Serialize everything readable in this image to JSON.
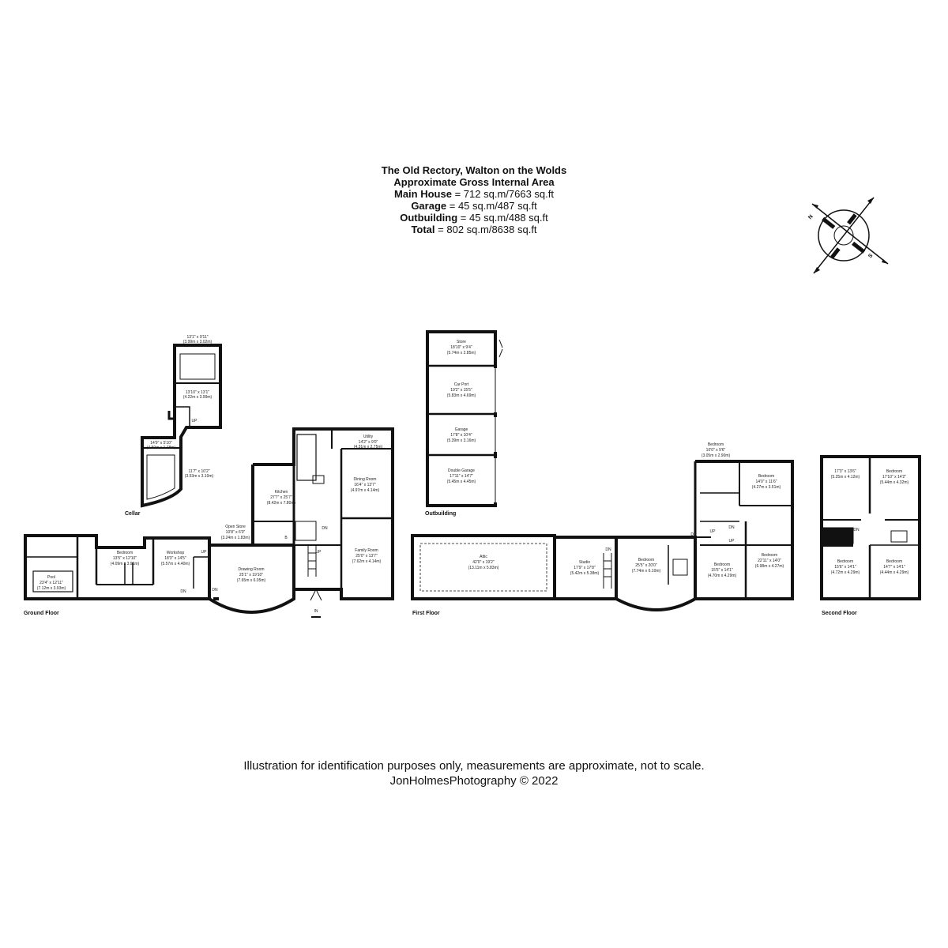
{
  "header": {
    "title": "The Old Rectory, Walton on the Wolds",
    "subtitle": "Approximate Gross Internal Area",
    "areas": [
      {
        "label": "Main House",
        "value": "712 sq.m/7663 sq.ft"
      },
      {
        "label": "Garage",
        "value": "45 sq.m/487 sq.ft"
      },
      {
        "label": "Outbuilding",
        "value": "45 sq.m/488 sq.ft"
      },
      {
        "label": "Total",
        "value": "802 sq.m/8638 sq.ft"
      }
    ]
  },
  "footer": {
    "disclaimer": "Illustration for identification purposes only, measurements are approximate, not to scale.",
    "credit": "JonHolmesPhotography © 2022"
  },
  "compass": {
    "n": "N",
    "s": "S"
  },
  "floors": {
    "cellar": {
      "label": "Cellar",
      "rooms": [
        {
          "dim": "13'1\" x 9'11\"",
          "metric": "(3.99m x 3.02m)"
        },
        {
          "dim": "13'10\" x 13'1\"",
          "metric": "(4.22m x 3.99m)"
        },
        {
          "dim": "14'9\" x 5'10\"",
          "metric": "(4.50m x 1.78m)"
        },
        {
          "dim": "11'7\" x 10'2\"",
          "metric": "(3.53m x 3.10m)"
        }
      ],
      "up": "UP"
    },
    "outbuilding": {
      "label": "Outbuilding",
      "rooms": [
        {
          "name": "Store",
          "dim": "18'10\" x 9'4\"",
          "metric": "(5.74m x 2.85m)"
        },
        {
          "name": "Car Port",
          "dim": "19'2\" x 15'5\"",
          "metric": "(5.83m x 4.69m)"
        },
        {
          "name": "Garage",
          "dim": "17'8\" x 10'4\"",
          "metric": "(5.39m x 3.16m)"
        },
        {
          "name": "Double Garage",
          "dim": "17'11\" x 14'7\"",
          "metric": "(5.45m x 4.45m)"
        }
      ]
    },
    "ground": {
      "label": "Ground Floor",
      "rooms": [
        {
          "name": "Pool",
          "dim": "23'4\" x 12'11\"",
          "metric": "(7.12m x 3.93m)"
        },
        {
          "name": "Bedroom",
          "dim": "13'5\" x 12'10\"",
          "metric": "(4.09m x 3.91m)"
        },
        {
          "name": "Workshop",
          "dim": "18'3\" x 14'5\"",
          "metric": "(5.57m x 4.40m)"
        },
        {
          "name": "Open Store",
          "dim": "10'8\" x 6'0\"",
          "metric": "(3.24m x 1.83m)"
        },
        {
          "name": "Drawing Room",
          "dim": "25'1\" x 19'10\"",
          "metric": "(7.65m x 6.05m)"
        },
        {
          "name": "Kitchen",
          "dim": "27'7\" x 25'7\"",
          "metric": "(8.42m x 7.80m)"
        },
        {
          "name": "Utility",
          "dim": "14'2\" x 9'0\"",
          "metric": "(4.31m x 2.75m)"
        },
        {
          "name": "Dining Room",
          "dim": "16'4\" x 13'7\"",
          "metric": "(4.97m x 4.14m)"
        },
        {
          "name": "Family Room",
          "dim": "25'0\" x 13'7\"",
          "metric": "(7.62m x 4.14m)"
        }
      ],
      "marks": {
        "up": "UP",
        "dn": "DN",
        "in": "IN",
        "b": "B"
      }
    },
    "first": {
      "label": "First Floor",
      "rooms": [
        {
          "name": "Attic",
          "dim": "42'0\" x 19'2\"",
          "metric": "(13.11m x 5.83m)"
        },
        {
          "name": "Studio",
          "dim": "17'9\" x 17'8\"",
          "metric": "(5.42m x 5.38m)"
        },
        {
          "name": "Bedroom",
          "dim": "25'5\" x 20'0\"",
          "metric": "(7.74m x 6.10m)"
        },
        {
          "name": "Bedroom",
          "dim": "10'0\" x 9'6\"",
          "metric": "(3.05m x 2.90m)"
        },
        {
          "name": "Bedroom",
          "dim": "14'0\" x 11'6\"",
          "metric": "(4.27m x 3.51m)"
        },
        {
          "name": "Bedroom",
          "dim": "15'5\" x 14'1\"",
          "metric": "(4.70m x 4.29m)"
        },
        {
          "name": "Bedroom",
          "dim": "22'11\" x 14'0\"",
          "metric": "(6.98m x 4.27m)"
        }
      ],
      "marks": {
        "up": "UP",
        "dn": "DN"
      }
    },
    "second": {
      "label": "Second Floor",
      "rooms": [
        {
          "name": "",
          "dim": "17'3\" x 13'6\"",
          "metric": "(5.25m x 4.12m)"
        },
        {
          "name": "Bedroom",
          "dim": "17'10\" x 14'2\"",
          "metric": "(5.44m x 4.32m)"
        },
        {
          "name": "Bedroom",
          "dim": "15'6\" x 14'1\"",
          "metric": "(4.72m x 4.29m)"
        },
        {
          "name": "Bedroom",
          "dim": "14'7\" x 14'1\"",
          "metric": "(4.44m x 4.29m)"
        }
      ],
      "marks": {
        "dn": "DN"
      }
    }
  }
}
